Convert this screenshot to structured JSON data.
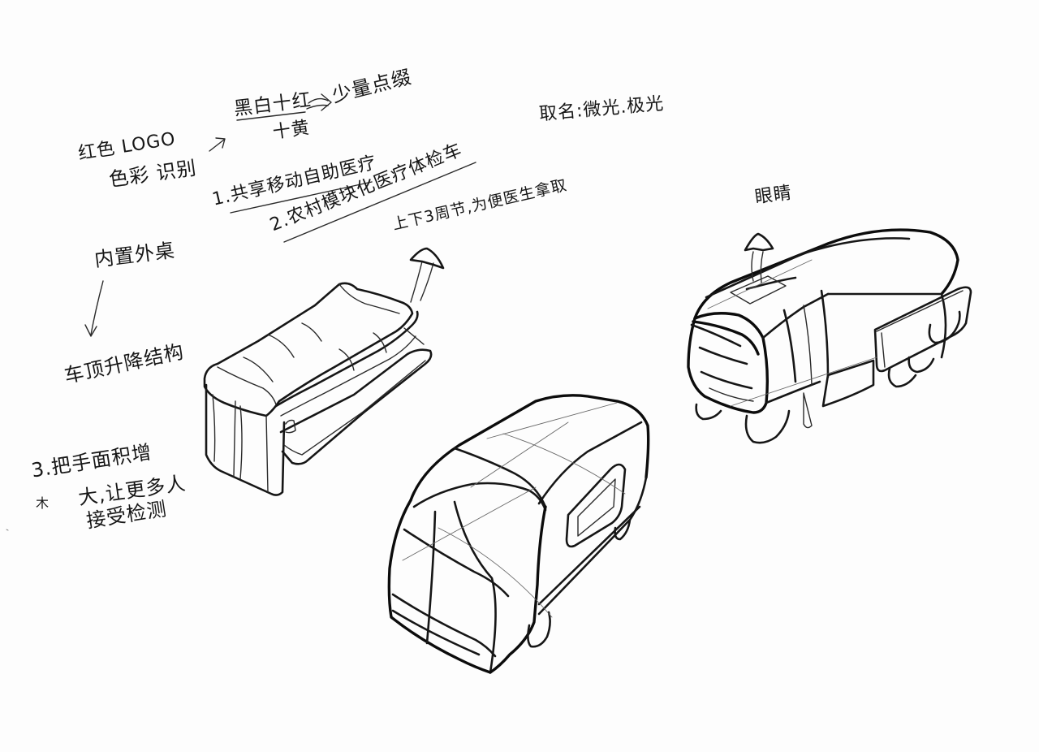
{
  "notes": {
    "red_logo": "红色 LOGO",
    "color_id": "色彩 识别",
    "color_scheme": "黑白十红",
    "plus_yellow": "十黄",
    "accent": "少量点缀",
    "naming": "取名:微光.极光",
    "point1": "1.共享移动自助医疗",
    "point2": "2.农村模块化医疗体检车",
    "hatch_note": "上下3周节,为便医生拿取",
    "builtin_table": "内置外桌",
    "roof_structure": "车顶升降结构",
    "eyes": "眼睛",
    "point3_line1": "3.把手面积增",
    "point3_line2": "大,让更多人",
    "point3_line3": "接受检测",
    "margin_mark": "木"
  },
  "colors": {
    "ink": "#161616",
    "paper": "#fdfdfd"
  }
}
